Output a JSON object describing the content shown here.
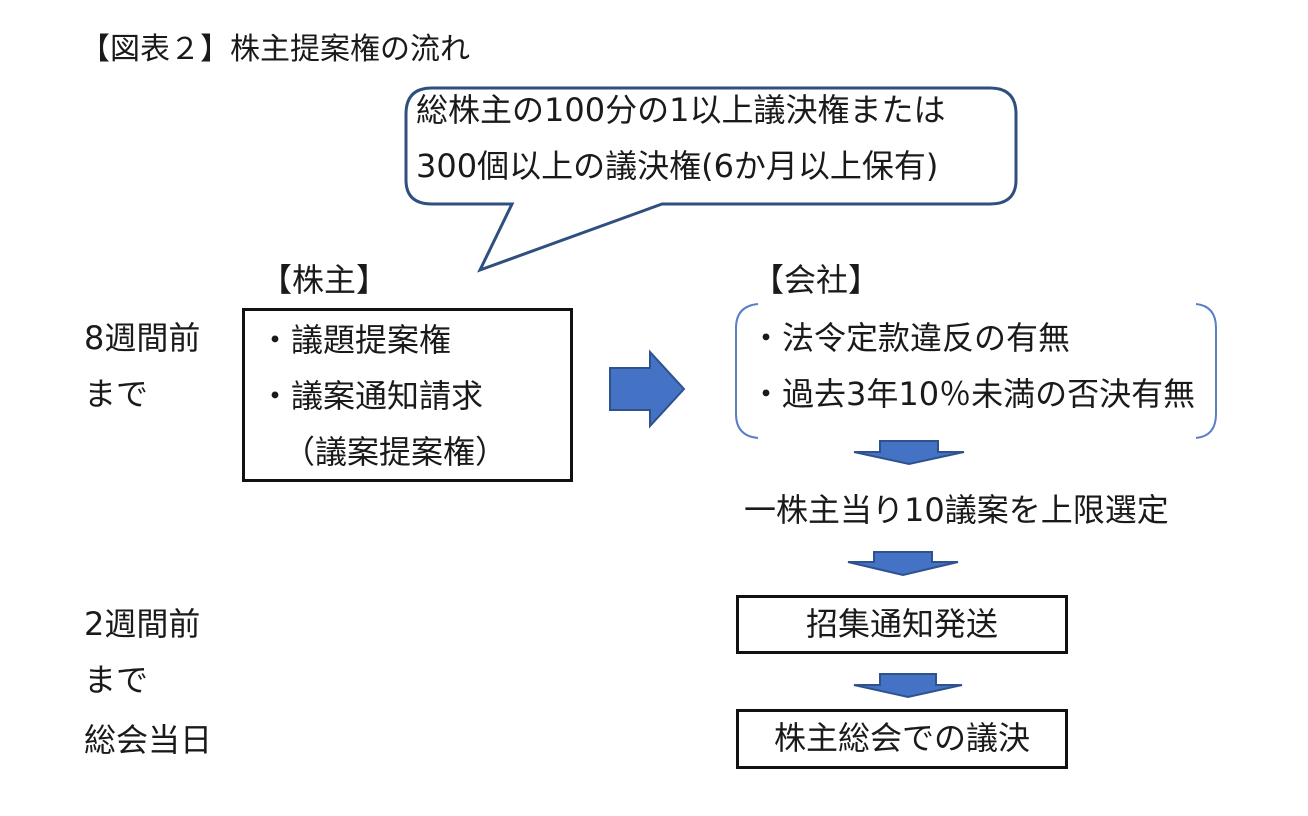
{
  "title": "【図表２】株主提案権の流れ",
  "callout": {
    "line1": "総株主の100分の1以上議決権または",
    "line2": "300個以上の議決権(6か月以上保有)"
  },
  "timeline": {
    "week8_line1": "8週間前",
    "week8_line2": "まで",
    "week2_line1": "2週間前",
    "week2_line2": "まで",
    "meeting_day": "総会当日"
  },
  "shareholder": {
    "heading": "【株主】",
    "item1": "・議題提案権",
    "item2": "・議案通知請求",
    "item2_sub": "（議案提案権）"
  },
  "company": {
    "heading": "【会社】",
    "check1": "・法令定款違反の有無",
    "check2": "・過去3年10％未満の否決有無",
    "selection": "一株主当り10議案を上限選定",
    "notice": "招集通知発送",
    "resolution": "株主総会での議決"
  },
  "colors": {
    "arrow_fill": "#4472c4",
    "arrow_stroke": "#2f528f",
    "callout_stroke": "#2f4f7f",
    "bracket_stroke": "#5b7fc4",
    "box_border": "#111111"
  }
}
